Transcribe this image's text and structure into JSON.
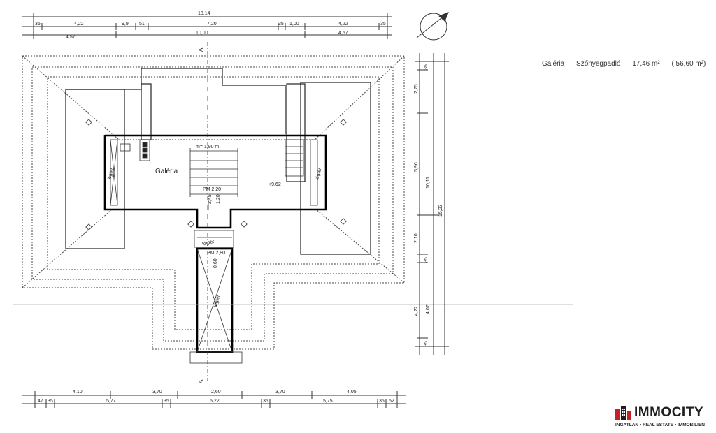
{
  "dimensions_top": {
    "overall": "18,14",
    "row1": [
      "35",
      "4,22",
      "9,9",
      "51",
      "7,20",
      "35",
      "1,00",
      "4,22",
      "35"
    ],
    "row2": [
      "4,57",
      "10,00",
      "4,57"
    ]
  },
  "dimensions_bottom": {
    "row1": [
      "4,10",
      "3,70",
      "2,60",
      "3,70",
      "4,05"
    ],
    "row2": [
      "47",
      "35",
      "5,77",
      "35",
      "5,22",
      "35",
      "5,75",
      "35",
      "52"
    ]
  },
  "dimensions_right": {
    "outer": [
      "35",
      "2,75",
      "5,96",
      "2,10",
      "35",
      "4,22",
      "35"
    ],
    "middle": [
      "10,11",
      "4,07"
    ],
    "total": "15,23"
  },
  "plan_labels": {
    "room": "Galéria",
    "height": "m= 1,90 m",
    "section_top": "A",
    "section_bottom": "A",
    "pm1": "PM 2,20",
    "pm1_sub1": "2,45",
    "pm1_sub2": "1,20",
    "level": "+9,62",
    "pm2": "PM 2,80",
    "pm2_sub": "0,60",
    "airspace": "légtér"
  },
  "room_table": {
    "name": "Galéria",
    "floor": "Szőnyegpadló",
    "area": "17,46 m²",
    "total": "( 56,60 m²)"
  },
  "brand": {
    "name": "IMMOCITY",
    "tagline": "INGATLAN ▪ REAL ESTATE ▪ IMMOBILIEN",
    "accent": "#c8202b"
  }
}
